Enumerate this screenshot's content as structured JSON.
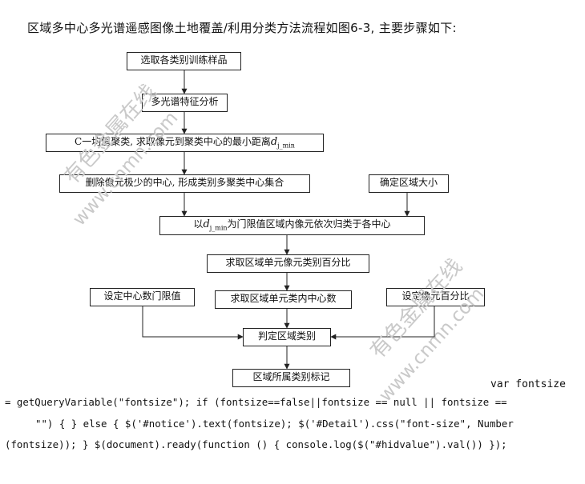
{
  "intro": "区域多中心多光谱遥感图像土地覆盖/利用分类方法流程如图6-3, 主要步骤如下:",
  "watermark": {
    "cn": "有色金属在线",
    "url": "www.cnmn.com"
  },
  "steps": {
    "select_samples": "选取各类别训练样品",
    "spectral_analysis": "多光谱特征分析",
    "cmeans_prefix": "C一均值聚类, 求取像元到聚类中心的最小距离",
    "d_symbol": "d",
    "d_sub": "j_min",
    "delete_centers": "删除像元极少的中心, 形成类别多聚类中心集合",
    "region_size": "确定区域大小",
    "classify_prefix": "以",
    "classify_suffix": "为门限值区域内像元依次归类于各中心",
    "percent_per_class": "求取区域单元像元类别百分比",
    "set_threshold": "设定中心数门限值",
    "center_count": "求取区域单元类内中心数",
    "set_percent": "设定像元百分比",
    "decide_class": "判定区域类别",
    "label_class": "区域所属类别标记"
  },
  "code_lines": [
    "var fontsize",
    "= getQueryVariable(\"fontsize\"); if (fontsize==false||fontsize == null || fontsize ==",
    "\"\") { } else { $('#notice').text(fontsize); $('#Detail').css(\"font-size\", Number",
    "(fontsize)); } $(document).ready(function () { console.log($(\"#hidvalue\").val()) });"
  ]
}
